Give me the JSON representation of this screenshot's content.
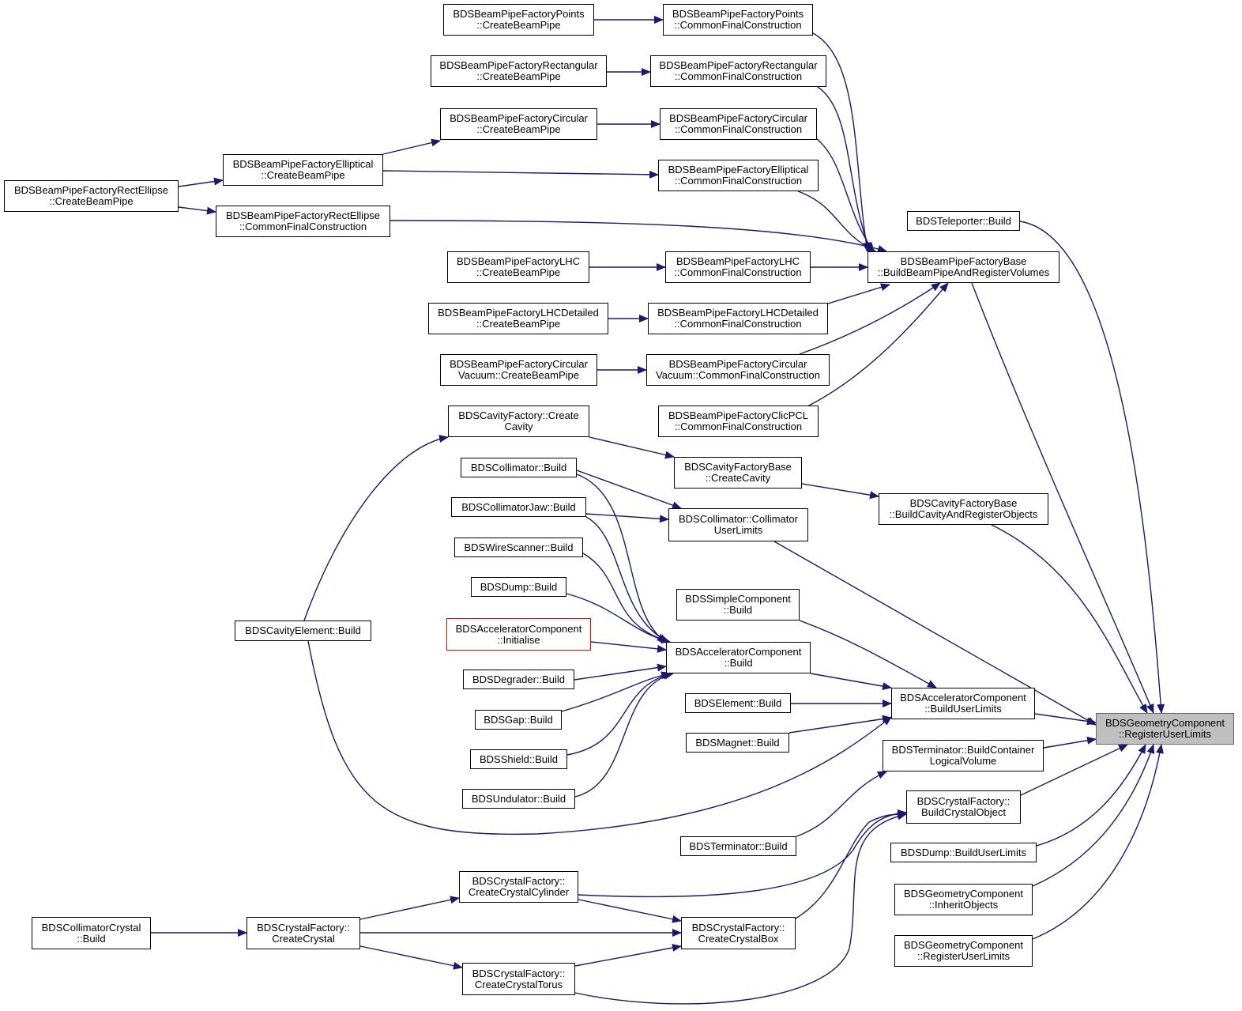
{
  "graph": {
    "edge_color": "#191970",
    "highlight_fill": "#bfbfbf",
    "highlight_border_color": "#ff0000",
    "nodes": {
      "target": [
        "BDSGeometryComponent",
        "::RegisterUserLimits"
      ],
      "teleporter_build": [
        "BDSTeleporter::Build"
      ],
      "bp_base": [
        "BDSBeamPipeFactoryBase",
        "::BuildBeamPipeAndRegisterVolumes"
      ],
      "points_cb": [
        "BDSBeamPipeFactoryPoints",
        "::CreateBeamPipe"
      ],
      "points_cfc": [
        "BDSBeamPipeFactoryPoints",
        "::CommonFinalConstruction"
      ],
      "rect_cb": [
        "BDSBeamPipeFactoryRectangular",
        "::CreateBeamPipe"
      ],
      "rect_cfc": [
        "BDSBeamPipeFactoryRectangular",
        "::CommonFinalConstruction"
      ],
      "circ_cb": [
        "BDSBeamPipeFactoryCircular",
        "::CreateBeamPipe"
      ],
      "circ_cfc": [
        "BDSBeamPipeFactoryCircular",
        "::CommonFinalConstruction"
      ],
      "ell_cb": [
        "BDSBeamPipeFactoryElliptical",
        "::CreateBeamPipe"
      ],
      "ell_cfc": [
        "BDSBeamPipeFactoryElliptical",
        "::CommonFinalConstruction"
      ],
      "re_cb": [
        "BDSBeamPipeFactoryRectEllipse",
        "::CreateBeamPipe"
      ],
      "re_cfc": [
        "BDSBeamPipeFactoryRectEllipse",
        "::CommonFinalConstruction"
      ],
      "lhc_cb": [
        "BDSBeamPipeFactoryLHC",
        "::CreateBeamPipe"
      ],
      "lhc_cfc": [
        "BDSBeamPipeFactoryLHC",
        "::CommonFinalConstruction"
      ],
      "lhcd_cb": [
        "BDSBeamPipeFactoryLHCDetailed",
        "::CreateBeamPipe"
      ],
      "lhcd_cfc": [
        "BDSBeamPipeFactoryLHCDetailed",
        "::CommonFinalConstruction"
      ],
      "cv_cb": [
        "BDSBeamPipeFactoryCircular",
        "Vacuum::CreateBeamPipe"
      ],
      "cv_cfc": [
        "BDSBeamPipeFactoryCircular",
        "Vacuum::CommonFinalConstruction"
      ],
      "clic_cfc": [
        "BDSBeamPipeFactoryClicPCL",
        "::CommonFinalConstruction"
      ],
      "cav_create": [
        "BDSCavityFactory::Create",
        "Cavity"
      ],
      "cavbase_create": [
        "BDSCavityFactoryBase",
        "::CreateCavity"
      ],
      "cavbase_build": [
        "BDSCavityFactoryBase",
        "::BuildCavityAndRegisterObjects"
      ],
      "collimator_build": [
        "BDSCollimator::Build"
      ],
      "collimator_ul": [
        "BDSCollimator::Collimator",
        "UserLimits"
      ],
      "jaw_build": [
        "BDSCollimatorJaw::Build"
      ],
      "wire_build": [
        "BDSWireScanner::Build"
      ],
      "dump_build": [
        "BDSDump::Build"
      ],
      "simple_build": [
        "BDSSimpleComponent",
        "::Build"
      ],
      "acc_init": [
        "BDSAcceleratorComponent",
        "::Initialise"
      ],
      "acc_build": [
        "BDSAcceleratorComponent",
        "::Build"
      ],
      "cavel_build": [
        "BDSCavityElement::Build"
      ],
      "degrader_build": [
        "BDSDegrader::Build"
      ],
      "gap_build": [
        "BDSGap::Build"
      ],
      "element_build": [
        "BDSElement::Build"
      ],
      "acc_bul": [
        "BDSAcceleratorComponent",
        "::BuildUserLimits"
      ],
      "magnet_build": [
        "BDSMagnet::Build"
      ],
      "shield_build": [
        "BDSShield::Build"
      ],
      "term_bclv": [
        "BDSTerminator::BuildContainer",
        "LogicalVolume"
      ],
      "undulator_build": [
        "BDSUndulator::Build"
      ],
      "cf_bco": [
        "BDSCrystalFactory::",
        "BuildCrystalObject"
      ],
      "term_build": [
        "BDSTerminator::Build"
      ],
      "dump_bul": [
        "BDSDump::BuildUserLimits"
      ],
      "gc_inherit": [
        "BDSGeometryComponent",
        "::InheritObjects"
      ],
      "gc_rul2": [
        "BDSGeometryComponent",
        "::RegisterUserLimits"
      ],
      "cf_ccyl": [
        "BDSCrystalFactory::",
        "CreateCrystalCylinder"
      ],
      "cc_build": [
        "BDSCollimatorCrystal",
        "::Build"
      ],
      "cf_cc": [
        "BDSCrystalFactory::",
        "CreateCrystal"
      ],
      "cf_cbox": [
        "BDSCrystalFactory::",
        "CreateCrystalBox"
      ],
      "cf_ctor": [
        "BDSCrystalFactory::",
        "CreateCrystalTorus"
      ]
    }
  }
}
